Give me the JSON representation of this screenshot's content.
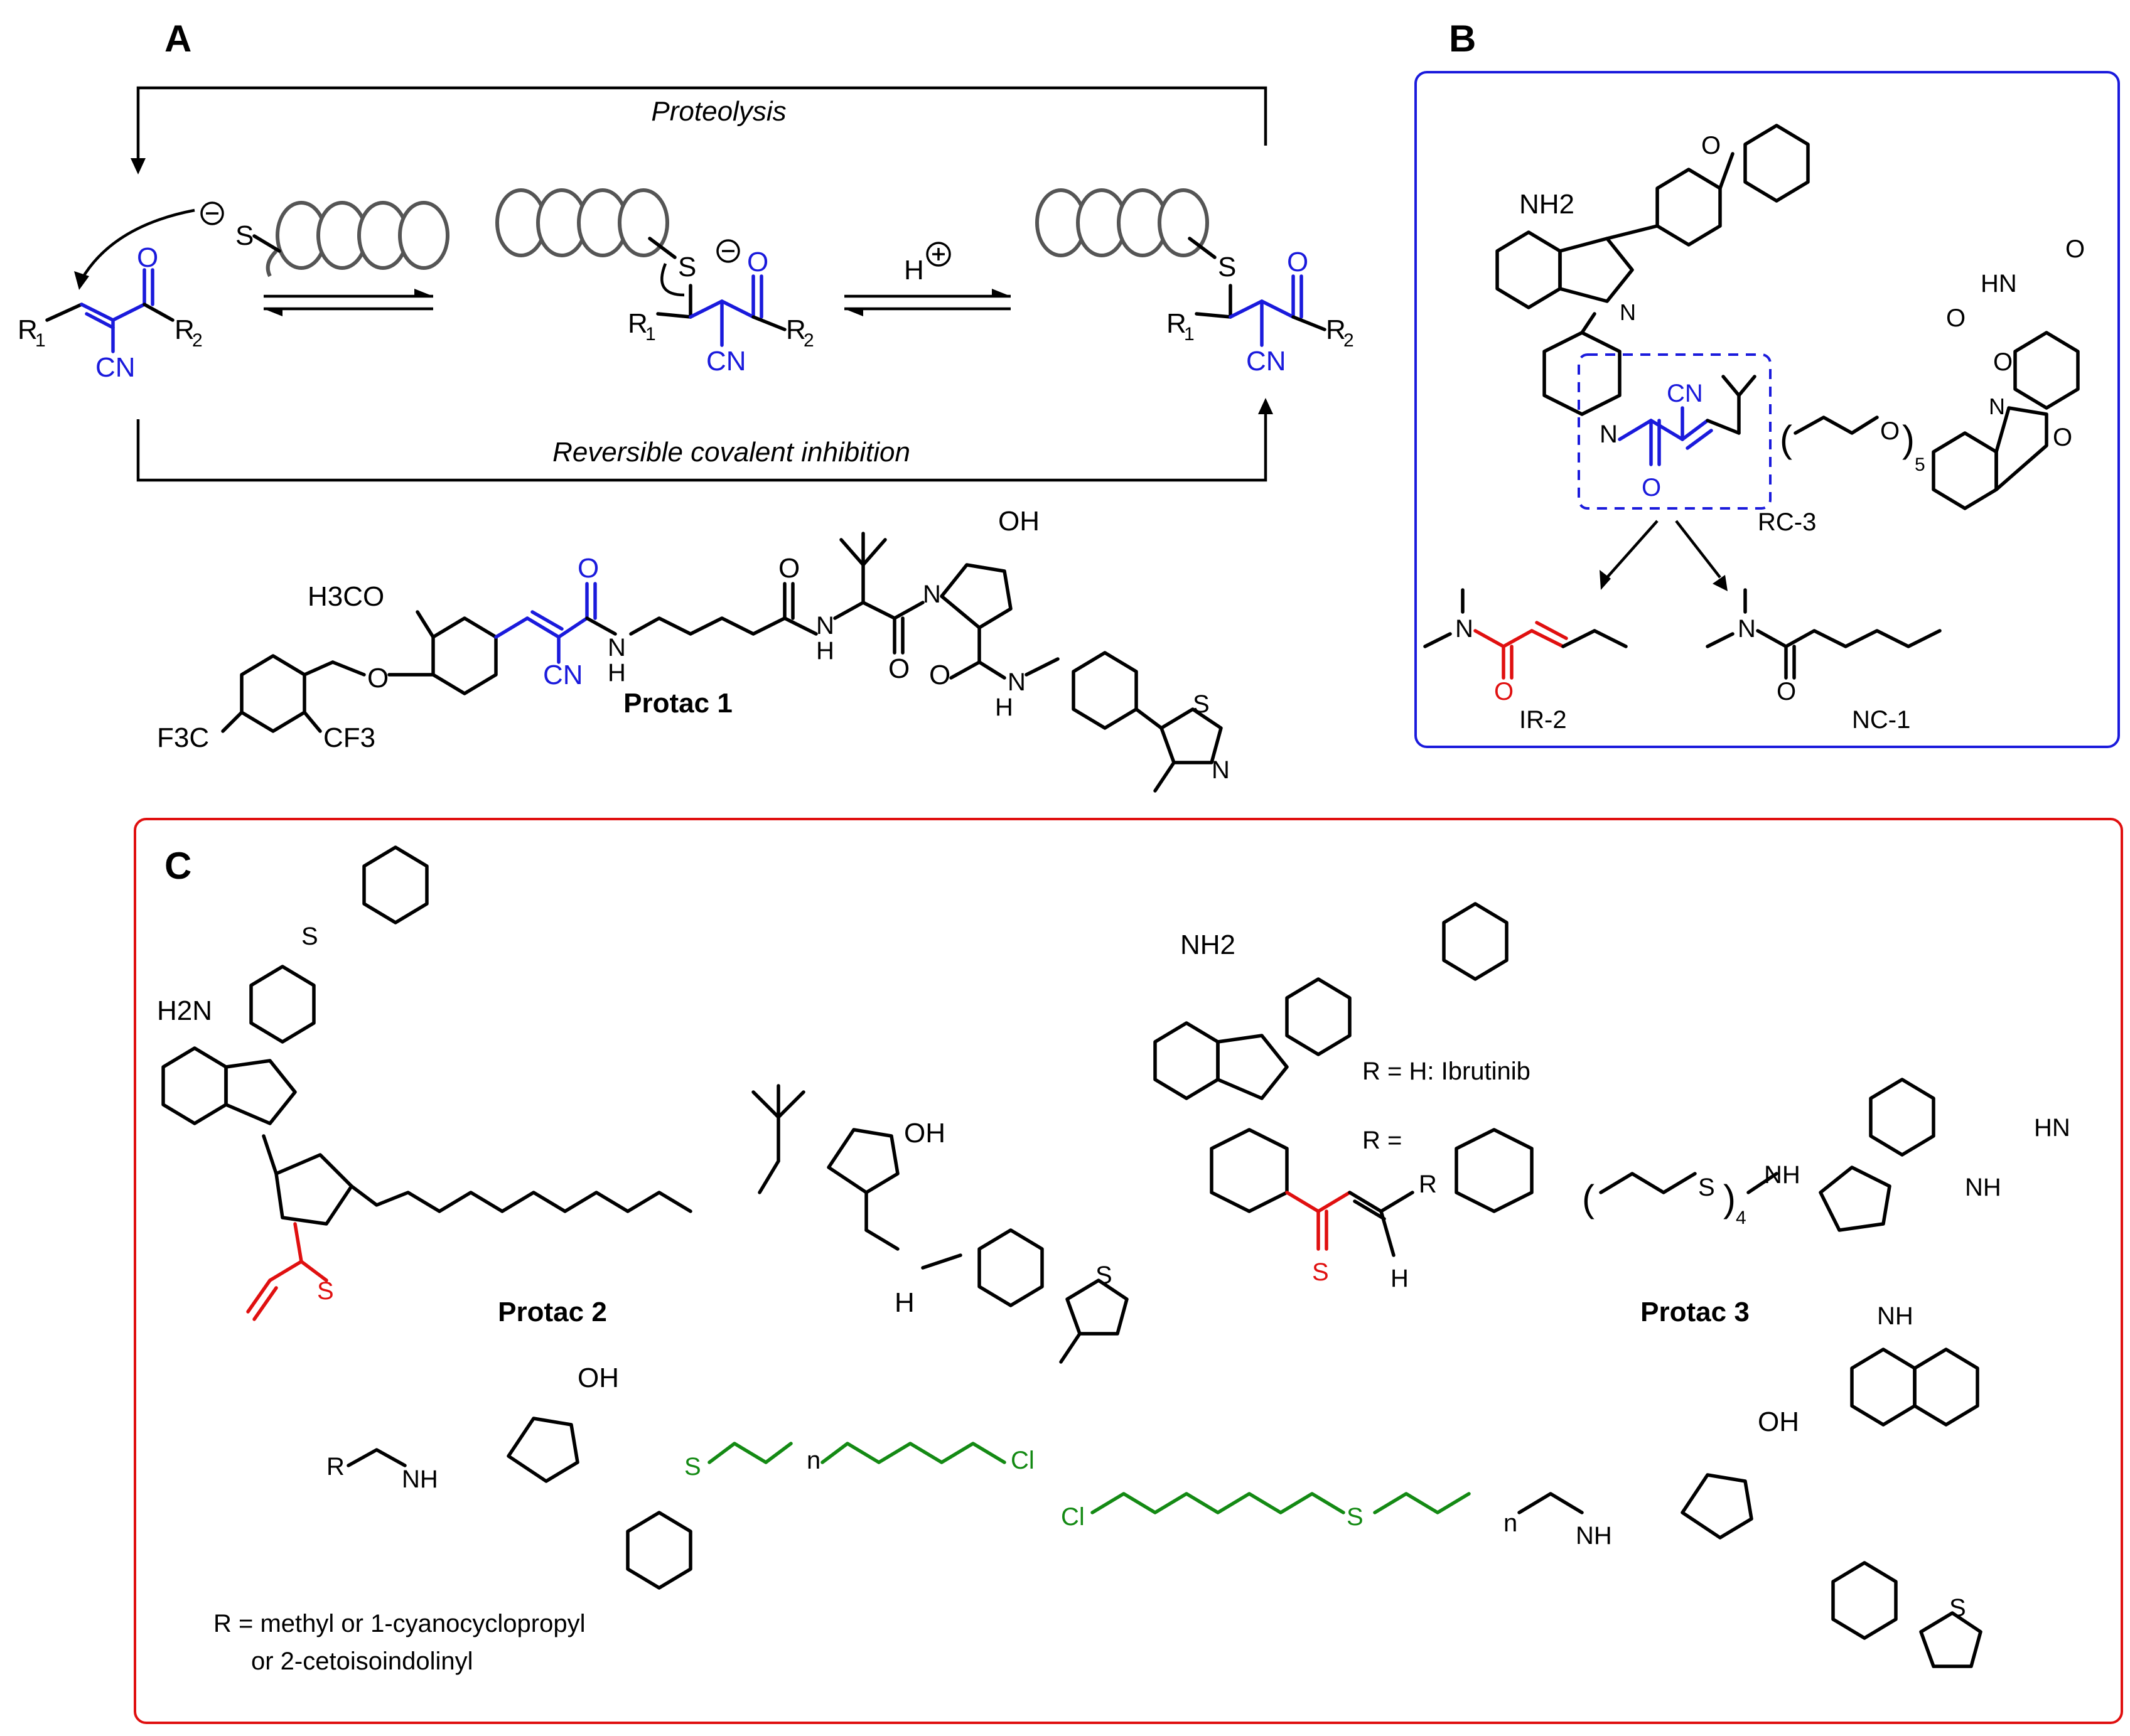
{
  "panels": {
    "a": {
      "label": "A",
      "proteolysis": "Proteolysis",
      "reversible": "Reversible covalent inhibition",
      "proton": "H",
      "protac_name": "Protac 1",
      "atoms": {
        "s_neg": "S",
        "o": "O",
        "cn": "CN",
        "r1": "R",
        "r2": "R",
        "s": "S",
        "h3co": "H3CO",
        "f3c": "F3C",
        "cf3": "CF3",
        "oh": "OH",
        "h": "H",
        "n": "N"
      }
    },
    "b": {
      "label": "B",
      "compounds": {
        "rc3": "RC-3",
        "ir2": "IR-2",
        "nc1": "NC-1"
      },
      "atoms": {
        "nh2": "NH2",
        "hn": "HN",
        "cn": "CN",
        "o": "O",
        "n": "N",
        "sub5": "5"
      }
    },
    "c": {
      "label": "C",
      "protac2": "Protac 2",
      "protac3": "Protac 3",
      "r_h": "R = H: Ibrutinib",
      "r_eq": "R =",
      "r_def_line1": "R = methyl or 1-cyanocyclopropyl",
      "r_def_line2": "or 2-cetoisoindolinyl",
      "atoms": {
        "h2n": "H2N",
        "nh2": "NH2",
        "oh": "OH",
        "hn": "HN",
        "nh": "NH",
        "cl": "Cl",
        "r": "R",
        "n_sub": "n",
        "sub4": "4",
        "s": "S",
        "h": "H"
      }
    }
  },
  "colors": {
    "warhead_cyanoacrylamide": "#1a1adc",
    "warhead_acrylamide": "#e01010",
    "halotag_linker": "#148a14",
    "panel_b_border": "#1a1adc",
    "panel_c_border": "#e01010"
  }
}
